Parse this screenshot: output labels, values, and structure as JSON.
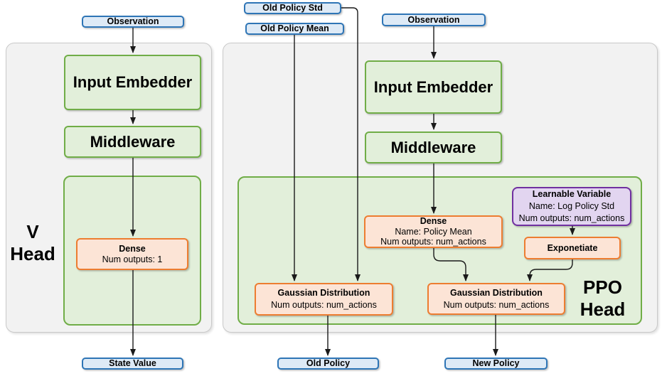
{
  "colors": {
    "blue_border": "#2E75B6",
    "blue_fill": "#DEEAF6",
    "green_border": "#70AD47",
    "green_fill": "#E2EFDA",
    "panel_fill": "#F2F2F2",
    "panel_border": "#C9C9C9",
    "orange_border": "#ED7D31",
    "orange_fill": "#FCE4D6",
    "purple_border": "#7030A0",
    "purple_fill": "#E2D5F0"
  },
  "v_head": {
    "label_line1": "V",
    "label_line2": "Head",
    "observation": "Observation",
    "input_embedder": "Input Embedder",
    "middleware": "Middleware",
    "dense_title": "Dense",
    "dense_sub": "Num outputs: 1",
    "output": "State Value"
  },
  "ppo_head": {
    "label_line1": "PPO",
    "label_line2": "Head",
    "old_policy_std": "Old Policy Std",
    "old_policy_mean": "Old Policy Mean",
    "observation": "Observation",
    "input_embedder": "Input Embedder",
    "middleware": "Middleware",
    "dense_title": "Dense",
    "dense_line1": "Name: Policy Mean",
    "dense_line2": "Num outputs: num_actions",
    "learnable_title": "Learnable Variable",
    "learnable_line1": "Name: Log Policy Std",
    "learnable_line2": "Num outputs: num_actions",
    "exponetiate": "Exponetiate",
    "gaussian_old_title": "Gaussian Distribution",
    "gaussian_old_sub": "Num outputs: num_actions",
    "gaussian_new_title": "Gaussian Distribution",
    "gaussian_new_sub": "Num outputs: num_actions",
    "output_old": "Old Policy",
    "output_new": "New Policy"
  }
}
